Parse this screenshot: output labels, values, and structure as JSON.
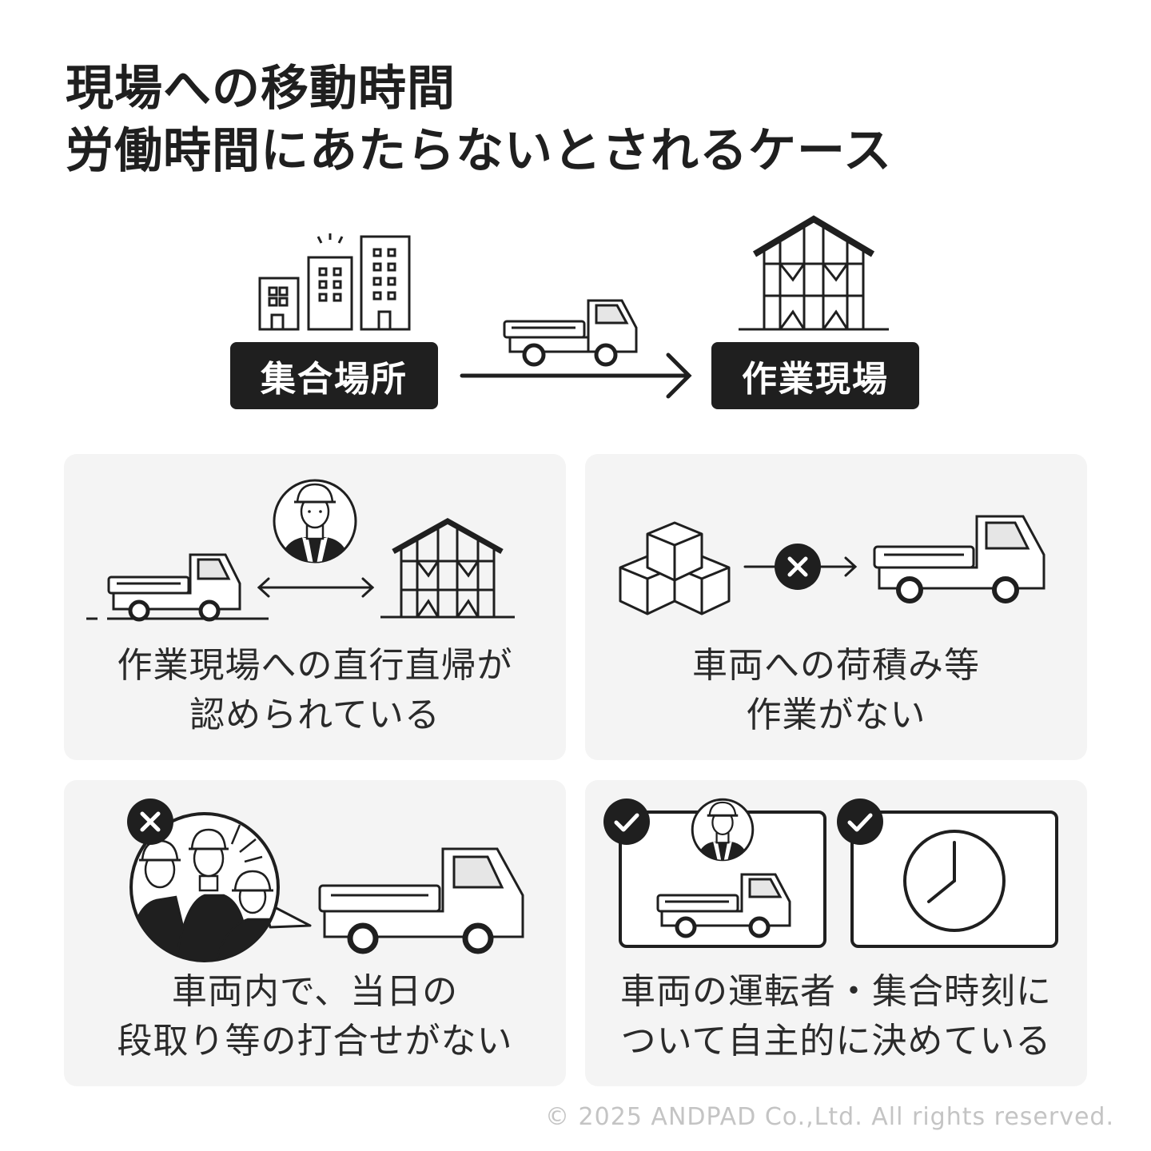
{
  "title": {
    "line1": "現場への移動時間",
    "line2": "労働時間にあたらないとされるケース"
  },
  "flow": {
    "from_label": "集合場所",
    "to_label": "作業現場"
  },
  "cases": [
    {
      "line1": "作業現場への直行直帰が",
      "line2": "認められている"
    },
    {
      "line1": "車両への荷積み等",
      "line2": "作業がない"
    },
    {
      "line1": "車両内で、当日の",
      "line2": "段取り等の打合せがない"
    },
    {
      "line1": "車両の運転者・集合時刻に",
      "line2": "ついて自主的に決めている"
    }
  ],
  "icons": {
    "buildings": "office-buildings-icon",
    "truck": "truck-icon",
    "house_frame": "house-frame-icon",
    "worker": "worker-icon",
    "boxes": "boxes-icon",
    "cross": "cross-icon",
    "check": "check-icon",
    "clock": "clock-icon"
  },
  "footer": {
    "copyright": "© 2025 ANDPAD Co.,Ltd. All rights reserved."
  }
}
